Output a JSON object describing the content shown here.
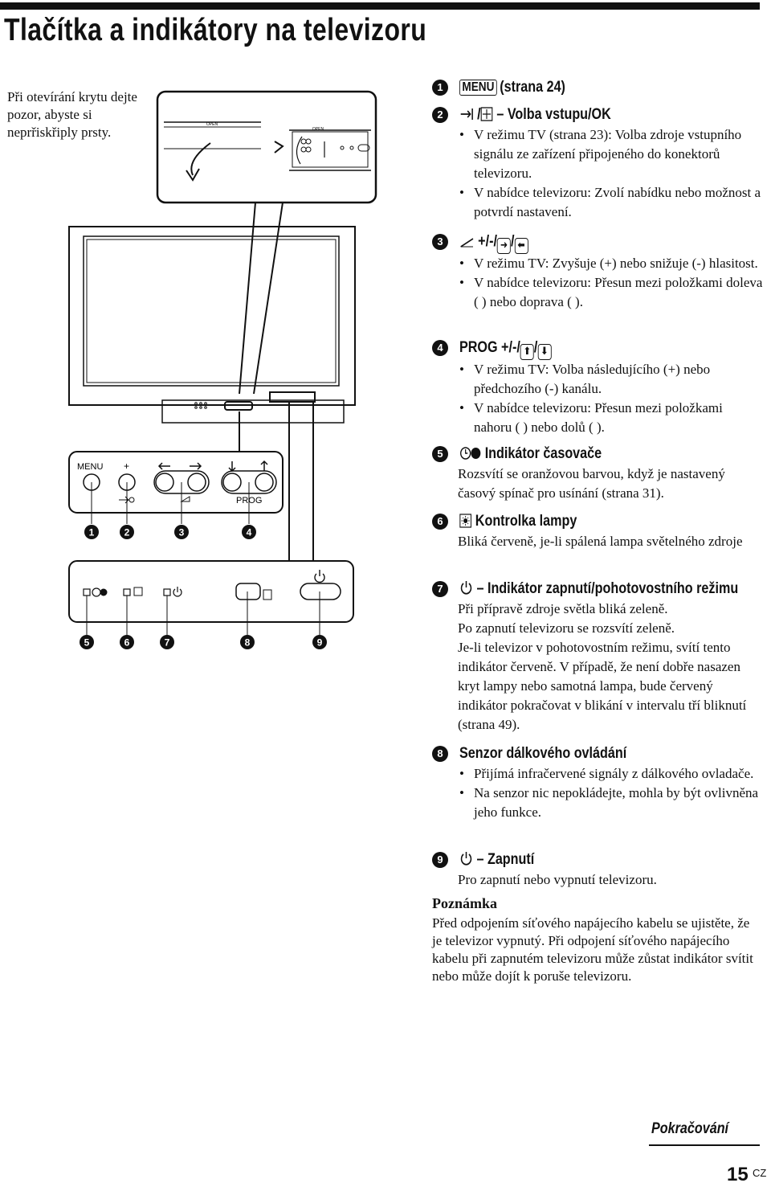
{
  "page": {
    "title": "Tlačítka a indikátory na televizoru",
    "caution": "Při otevírání krytu dejte pozor, abyste si neprřiskřiply prsty.",
    "continued": "Pokračování",
    "page_number": "15",
    "page_code": "CZ"
  },
  "diagram": {
    "open_label": "OPEN",
    "menu_label": "MENU",
    "plus_label": "+",
    "prog_label": "PROG",
    "callouts": [
      "1",
      "2",
      "3",
      "4",
      "5",
      "6",
      "7",
      "8",
      "9"
    ]
  },
  "items": [
    {
      "num": "1",
      "heading": "(strana 24)",
      "icon": "menu-key",
      "bullets": [],
      "text": []
    },
    {
      "num": "2",
      "heading": "– Volba vstupu/OK",
      "icon": "input-ok",
      "bullets": [
        "V režimu TV (strana 23): Volba zdroje vstupního signálu ze zařízení připojeného do konektorů televizoru.",
        "V nabídce televizoru: Zvolí nabídku nebo možnost a potvrdí nastavení."
      ],
      "text": []
    },
    {
      "num": "3",
      "heading": "+/-/ / ",
      "icon": "volume-arrows",
      "bullets": [
        "V režimu TV: Zvyšuje (+) nebo snižuje (-) hlasitost.",
        "V nabídce televizoru: Přesun mezi položkami doleva ( ) nebo doprava ( )."
      ],
      "text": []
    },
    {
      "num": "4",
      "heading": "PROG +/-/ / ",
      "icon": "prog-arrows",
      "bullets": [
        "V režimu TV: Volba následujícího (+) nebo předchozího (-) kanálu.",
        "V nabídce televizoru: Přesun mezi položkami nahoru ( ) nebo dolů ( )."
      ],
      "text": []
    },
    {
      "num": "5",
      "heading": "Indikátor časovače",
      "icon": "timer",
      "bullets": [],
      "text": [
        "Rozsvítí se oranžovou barvou, když je nastavený časový spínač pro usínání (strana 31)."
      ]
    },
    {
      "num": "6",
      "heading": "Kontrolka lampy",
      "icon": "lamp",
      "bullets": [],
      "text": [
        "Bliká červeně, je-li spálená lampa světelného zdroje"
      ]
    },
    {
      "num": "7",
      "heading": "– Indikátor zapnutí/pohotovostního režimu",
      "icon": "power",
      "bullets": [],
      "text": [
        "Při přípravě zdroje světla bliká zeleně.",
        "Po zapnutí televizoru se rozsvítí zeleně.",
        "Je-li televizor v pohotovostním režimu, svítí tento indikátor červeně. V případě, že není dobře nasazen kryt lampy nebo samotná lampa, bude červený indikátor pokračovat v blikání v intervalu tří bliknutí (strana 49)."
      ]
    },
    {
      "num": "8",
      "heading": "Senzor dálkového ovládání",
      "icon": "none",
      "bullets": [
        "Přijímá infračervené signály z dálkového ovladače.",
        "Na senzor nic nepokládejte, mohla by být ovlivněna jeho funkce."
      ],
      "text": []
    },
    {
      "num": "9",
      "heading": "– Zapnutí",
      "icon": "power",
      "bullets": [],
      "text": [
        "Pro zapnutí nebo vypnutí televizoru."
      ]
    }
  ],
  "note": {
    "title": "Poznámka",
    "text": "Před odpojením síťového napájecího kabelu se ujistěte, že je televizor vypnutý. Při odpojení síťového napájecího kabelu při zapnutém televizoru může zůstat indikátor svítit nebo může dojít k poruše televizoru."
  }
}
